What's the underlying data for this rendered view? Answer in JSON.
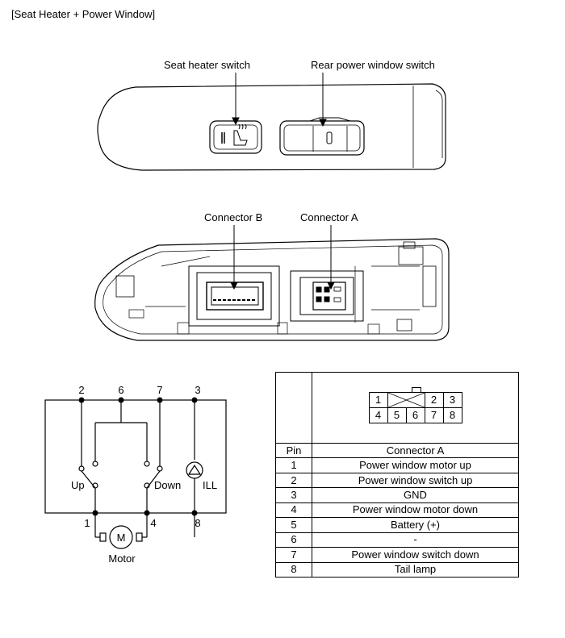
{
  "title": "[Seat Heater + Power Window]",
  "callouts": {
    "seat_heater": "Seat heater switch",
    "rear_window": "Rear power window switch",
    "connector_b": "Connector B",
    "connector_a": "Connector A"
  },
  "schematic": {
    "top_pins": [
      "2",
      "6",
      "7",
      "3"
    ],
    "bottom_pins": [
      "1",
      "4",
      "8"
    ],
    "up": "Up",
    "down": "Down",
    "ill": "ILL",
    "motor_symbol": "M",
    "motor": "Motor"
  },
  "connector_face": {
    "row1": [
      "1",
      "",
      "2",
      "3"
    ],
    "row2": [
      "4",
      "5",
      "6",
      "7",
      "8"
    ]
  },
  "pin_table": {
    "header": [
      "Pin",
      "Connector A"
    ],
    "rows": [
      [
        "1",
        "Power window motor up"
      ],
      [
        "2",
        "Power window switch up"
      ],
      [
        "3",
        "GND"
      ],
      [
        "4",
        "Power window motor down"
      ],
      [
        "5",
        "Battery (+)"
      ],
      [
        "6",
        "-"
      ],
      [
        "7",
        "Power window switch down"
      ],
      [
        "8",
        "Tail lamp"
      ]
    ]
  }
}
